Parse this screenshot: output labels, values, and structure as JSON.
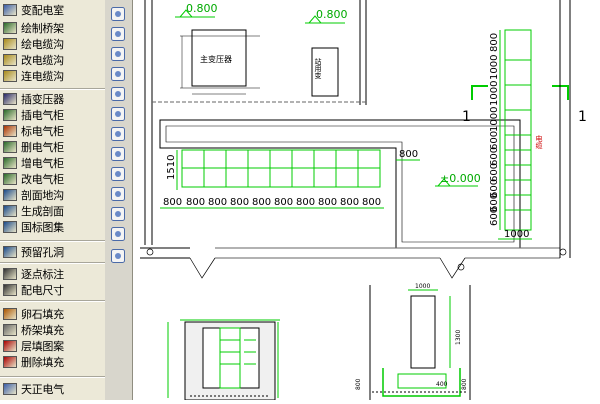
{
  "menu": {
    "items": [
      {
        "label": "变配电室",
        "icon": "substation-icon"
      },
      {
        "label": "绘制桥架",
        "icon": "draw-cable-tray-icon"
      },
      {
        "label": "绘电缆沟",
        "icon": "draw-cable-trench-icon"
      },
      {
        "label": "改电缆沟",
        "icon": "edit-cable-trench-icon"
      },
      {
        "label": "连电缆沟",
        "icon": "connect-cable-trench-icon"
      },
      {
        "label": "插变压器",
        "icon": "insert-transformer-icon"
      },
      {
        "label": "插电气柜",
        "icon": "insert-cabinet-icon"
      },
      {
        "label": "标电气柜",
        "icon": "label-cabinet-icon"
      },
      {
        "label": "删电气柜",
        "icon": "delete-cabinet-icon"
      },
      {
        "label": "增电气柜",
        "icon": "add-cabinet-icon"
      },
      {
        "label": "改电气柜",
        "icon": "edit-cabinet-icon"
      },
      {
        "label": "剖面地沟",
        "icon": "section-trench-icon"
      },
      {
        "label": "生成剖面",
        "icon": "generate-section-icon"
      },
      {
        "label": "国标图集",
        "icon": "standard-atlas-icon"
      },
      {
        "label": "预留孔洞",
        "icon": "reserved-hole-icon"
      },
      {
        "label": "逐点标注",
        "icon": "point-dimension-icon"
      },
      {
        "label": "配电尺寸",
        "icon": "distribution-dimension-icon"
      },
      {
        "label": "卵石填充",
        "icon": "pebble-fill-icon"
      },
      {
        "label": "桥架填充",
        "icon": "tray-fill-icon"
      },
      {
        "label": "层填图案",
        "icon": "layer-pattern-icon"
      },
      {
        "label": "删除填充",
        "icon": "delete-fill-icon"
      },
      {
        "label": "天正电气",
        "icon": "tangent-electrical-icon"
      }
    ]
  },
  "toolbar": {
    "tools": [
      "rotate-icon",
      "cloud-icon",
      "arc-dots-icon",
      "ellipse-icon",
      "rect-arrow-icon",
      "shape-link-icon",
      "polygon-icon",
      "dot-icon",
      "crop-icon",
      "scale-box-icon",
      "circle-box-icon",
      "table-icon",
      "text-icon"
    ]
  },
  "colors": {
    "dim": "#00cc00",
    "cab": "#00cc00",
    "wall": "#000000",
    "accent": "#cc0000",
    "sub": "#aaaa00"
  },
  "drawing": {
    "elev_a": "0.800",
    "elev_b": "0.800",
    "elev_c": "±0.000",
    "transformer_label": "主变压器",
    "small_box_label": "站用变",
    "height_dim": "1510",
    "dim_800_right": "800",
    "dim_1000_bottom": "1000",
    "section_mark_left": "1",
    "section_mark_right": "1",
    "bottom_dims": [
      "800",
      "800",
      "800",
      "800",
      "800",
      "800",
      "800",
      "800",
      "800",
      "800"
    ],
    "right_dims": [
      "800",
      "1000",
      "1000",
      "1000",
      "600",
      "600",
      "600",
      "600",
      "600",
      "600"
    ],
    "cabinet_red_label": "电缆",
    "sec_top_dim": "1000",
    "sec_side_dim": "1300",
    "sec_bot_left": "800",
    "sec_bot_right": "800",
    "sec_small_dim": "400"
  }
}
